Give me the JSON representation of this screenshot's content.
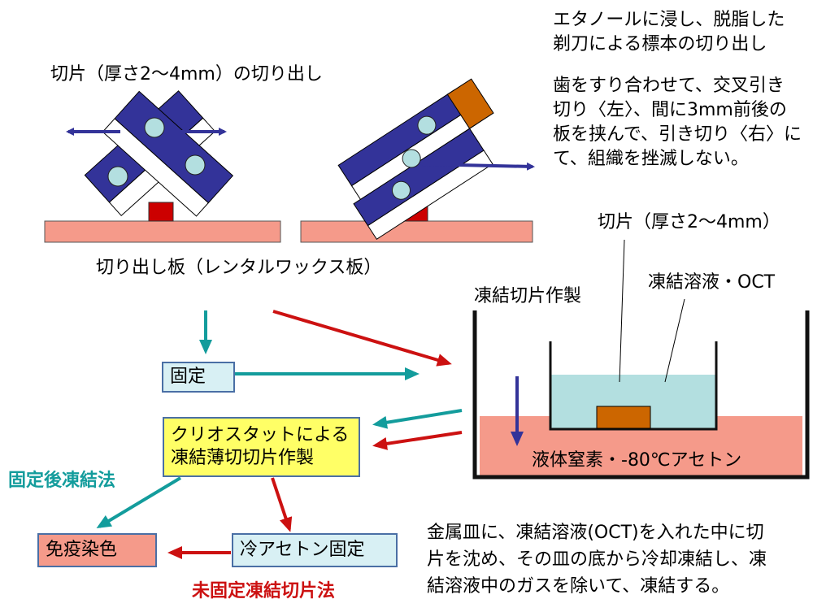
{
  "texts": {
    "section_title": "切片（厚さ2～4mm）の切り出し",
    "board_label": "切り出し板（レンタルワックス板）",
    "knife_note_1": "エタノールに浸し、脱脂した",
    "knife_note_2": "剃刀による標本の切り出し",
    "cut_note_1": "歯をすり合わせて、交叉引き",
    "cut_note_2": "切り〈左〉、間に3mm前後の",
    "cut_note_3": "板を挟んで、引き切り〈右〉に",
    "cut_note_4": "て、組織を挫滅しない。",
    "section_label": "切片（厚さ2～4mm）",
    "oct_label": "凍結溶液・OCT",
    "frozen_prep_title": "凍結切片作製",
    "nitrogen_label": "液体窒素・-80℃アセトン",
    "method_fixed": "固定後凍結法",
    "method_unfixed": "未固定凍結切片法",
    "footer_1": "金属皿に、凍結溶液(OCT)を入れた中に切",
    "footer_2": "片を沈め、その皿の底から冷却凍結し、凍",
    "footer_3": "結溶液中のガスを除いて、凍結する。"
  },
  "boxes": {
    "fix": "固定",
    "cryo_1": "クリオスタットによる",
    "cryo_2": "凍結薄切切片作製",
    "cold_acetone": "冷アセトン固定",
    "immuno": "免疫染色"
  },
  "colors": {
    "blade": "#333399",
    "specimen": "#b3dfe0",
    "board": "#f59a8a",
    "red_block": "#cc0000",
    "spacer": "#cc6600",
    "teal": "#139c9c",
    "dark_red": "#cc1111",
    "fix_box": "#d8f0f4",
    "cryo_box": "#ffff66",
    "immuno_box": "#f59a8a",
    "ln2": "#f59a8a",
    "oct": "#b3dfe0"
  }
}
